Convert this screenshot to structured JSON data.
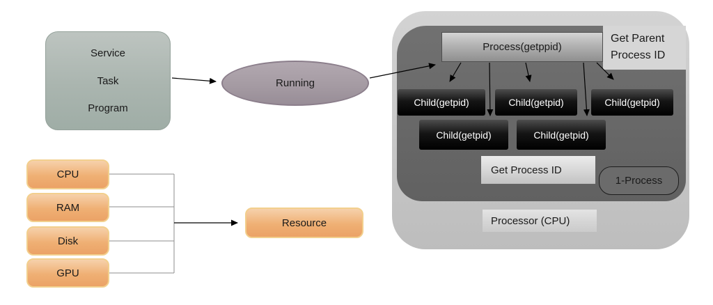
{
  "service_box": {
    "lines": [
      "Service",
      "Task",
      "Program"
    ]
  },
  "running_state": {
    "label": "Running"
  },
  "processor": {
    "parent_process": {
      "label": "Process(getppid)"
    },
    "get_parent_caption": {
      "line1": "Get Parent",
      "line2": "Process ID"
    },
    "children": [
      {
        "label": "Child(getpid)"
      },
      {
        "label": "Child(getpid)"
      },
      {
        "label": "Child(getpid)"
      },
      {
        "label": "Child(getpid)"
      },
      {
        "label": "Child(getpid)"
      }
    ],
    "get_process_caption": {
      "label": "Get Process ID"
    },
    "process_count": {
      "label": "1-Process"
    },
    "processor_label": {
      "label": "Processor (CPU)"
    }
  },
  "resources": {
    "items": [
      {
        "label": "CPU"
      },
      {
        "label": "RAM"
      },
      {
        "label": "Disk"
      },
      {
        "label": "GPU"
      }
    ],
    "target": {
      "label": "Resource"
    }
  },
  "colors": {
    "service_box_fill": "#aab5af",
    "state_ellipse_fill": "#a59ba3",
    "processor_outer_fill": "#c9c9c9",
    "processor_inner_fill": "#686868",
    "caption_patch_fill": "#d6d6d6",
    "parent_box_fill": "#b2b2b2",
    "child_box_fill": "#000000",
    "child_box_text": "#ffffff",
    "resource_box_fill": "#efb074",
    "resource_box_border": "#f2cf8d",
    "connector_line": "#8c8c8c",
    "arrow_line": "#000000"
  }
}
